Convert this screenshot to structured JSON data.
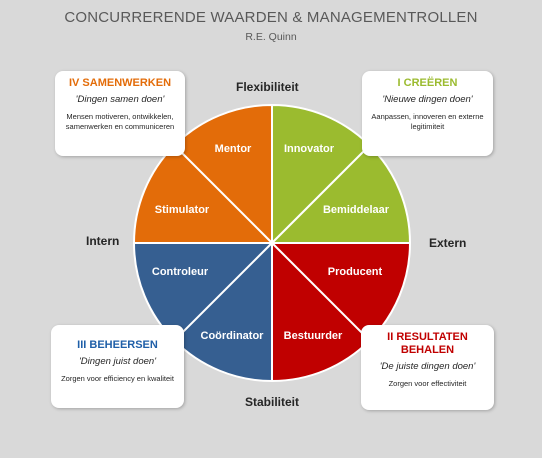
{
  "title": "CONCURRERENDE WAARDEN & MANAGEMENTROLLEN",
  "subtitle": "R.E. Quinn",
  "axes": {
    "top": "Flexibiliteit",
    "bottom": "Stabiliteit",
    "left": "Intern",
    "right": "Extern"
  },
  "colors": {
    "orange": "#e36c09",
    "green": "#9bbb2f",
    "red": "#c00000",
    "blue": "#365f91"
  },
  "quadrants": {
    "q4": {
      "heading": "IV SAMENWERKEN",
      "motto": "'Dingen samen doen'",
      "description": "Mensen motiveren, ontwikkelen, samenwerken en communiceren",
      "color": "#e36c09"
    },
    "q1": {
      "heading": "I CREËREN",
      "motto": "'Nieuwe dingen doen'",
      "description": "Aanpassen, innoveren en externe legitimiteit",
      "color": "#9bbb2f"
    },
    "q3": {
      "heading": "III BEHEERSEN",
      "motto": "'Dingen juist doen'",
      "description": "Zorgen voor efficiency en kwaliteit",
      "color": "#1f5fa8"
    },
    "q2": {
      "heading": "II RESULTATEN BEHALEN",
      "motto": "'De juiste dingen doen'",
      "description": "Zorgen voor effectiviteit",
      "color": "#c00000"
    }
  },
  "roles": {
    "mentor": "Mentor",
    "innovator": "Innovator",
    "stimulator": "Stimulator",
    "bemiddelaar": "Bemiddelaar",
    "controleur": "Controleur",
    "producent": "Producent",
    "coordinator": "Coördinator",
    "bestuurder": "Bestuurder"
  }
}
